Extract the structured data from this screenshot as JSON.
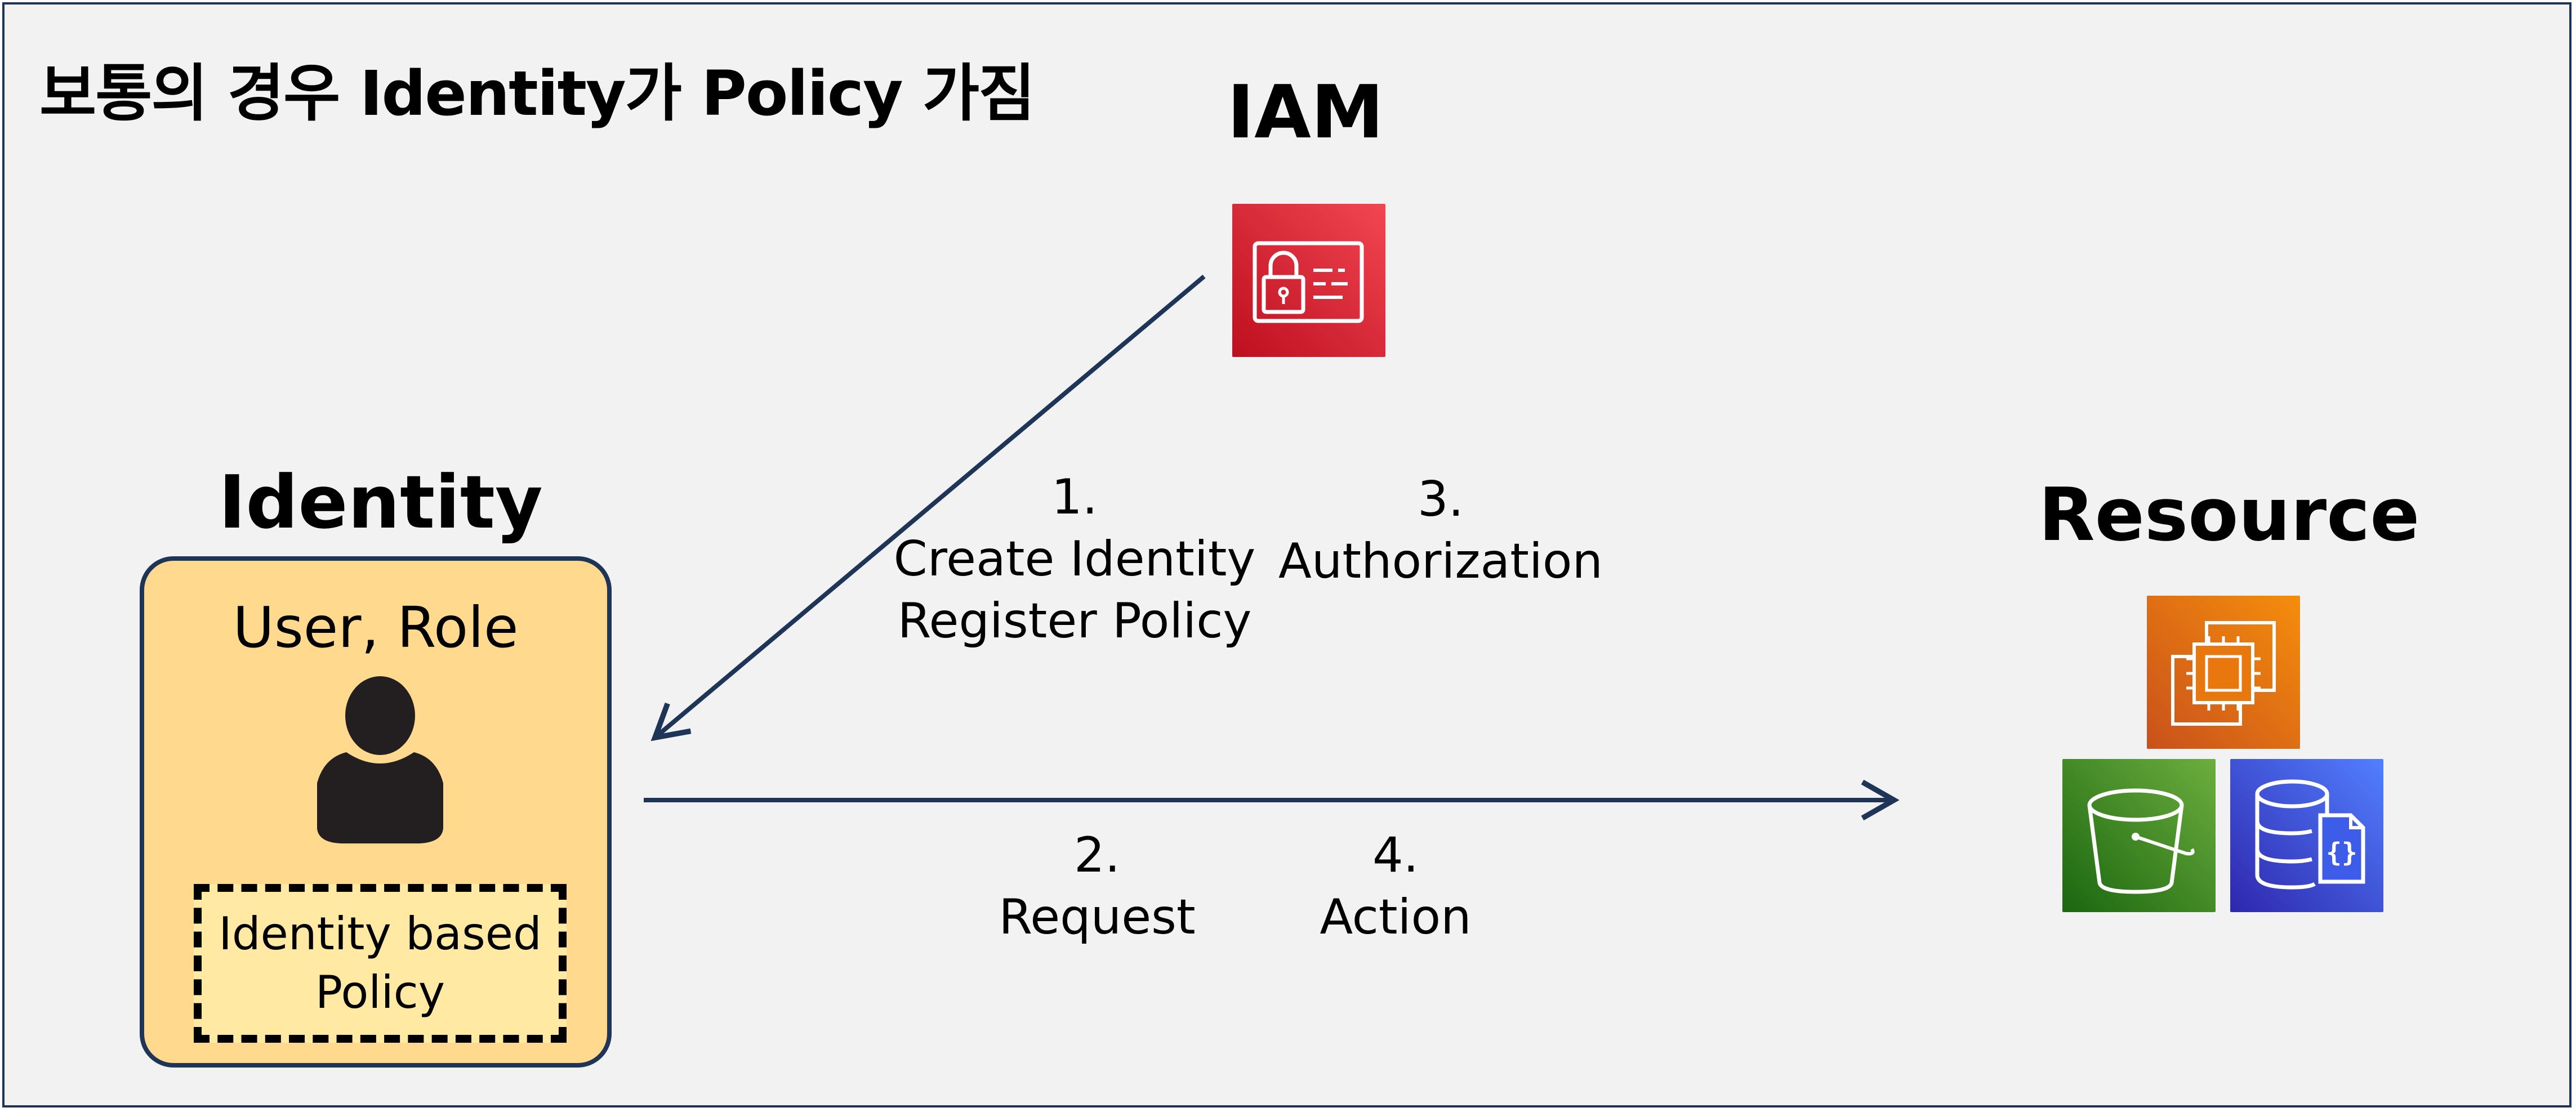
{
  "title": "보통의 경우 Identity가 Policy 가짐",
  "nodes": {
    "iam": {
      "label": "IAM",
      "icon": "iam-icon",
      "color": "#d61a2a"
    },
    "identity": {
      "label": "Identity",
      "subtitle": "User, Role",
      "icon": "user-silhouette-icon",
      "policy_lines": [
        "Identity based",
        "Policy"
      ],
      "box_color": "#ffd98e",
      "policy_color": "#ffe9a3"
    },
    "resource": {
      "label": "Resource",
      "icons": [
        {
          "name": "ec2-icon",
          "color": "#e8770d"
        },
        {
          "name": "s3-bucket-icon",
          "color": "#3f8f24"
        },
        {
          "name": "database-icon",
          "color": "#3d5ce8"
        }
      ]
    }
  },
  "steps": {
    "step1": {
      "number": "1.",
      "lines": [
        "Create Identity",
        "Register Policy"
      ]
    },
    "step2": {
      "number": "2.",
      "lines": [
        "Request"
      ]
    },
    "step3": {
      "number": "3.",
      "lines": [
        "Authorization"
      ]
    },
    "step4": {
      "number": "4.",
      "lines": [
        "Action"
      ]
    }
  },
  "colors": {
    "border": "#1f3558",
    "arrow": "#1f3558",
    "background": "#f2f2f2"
  }
}
